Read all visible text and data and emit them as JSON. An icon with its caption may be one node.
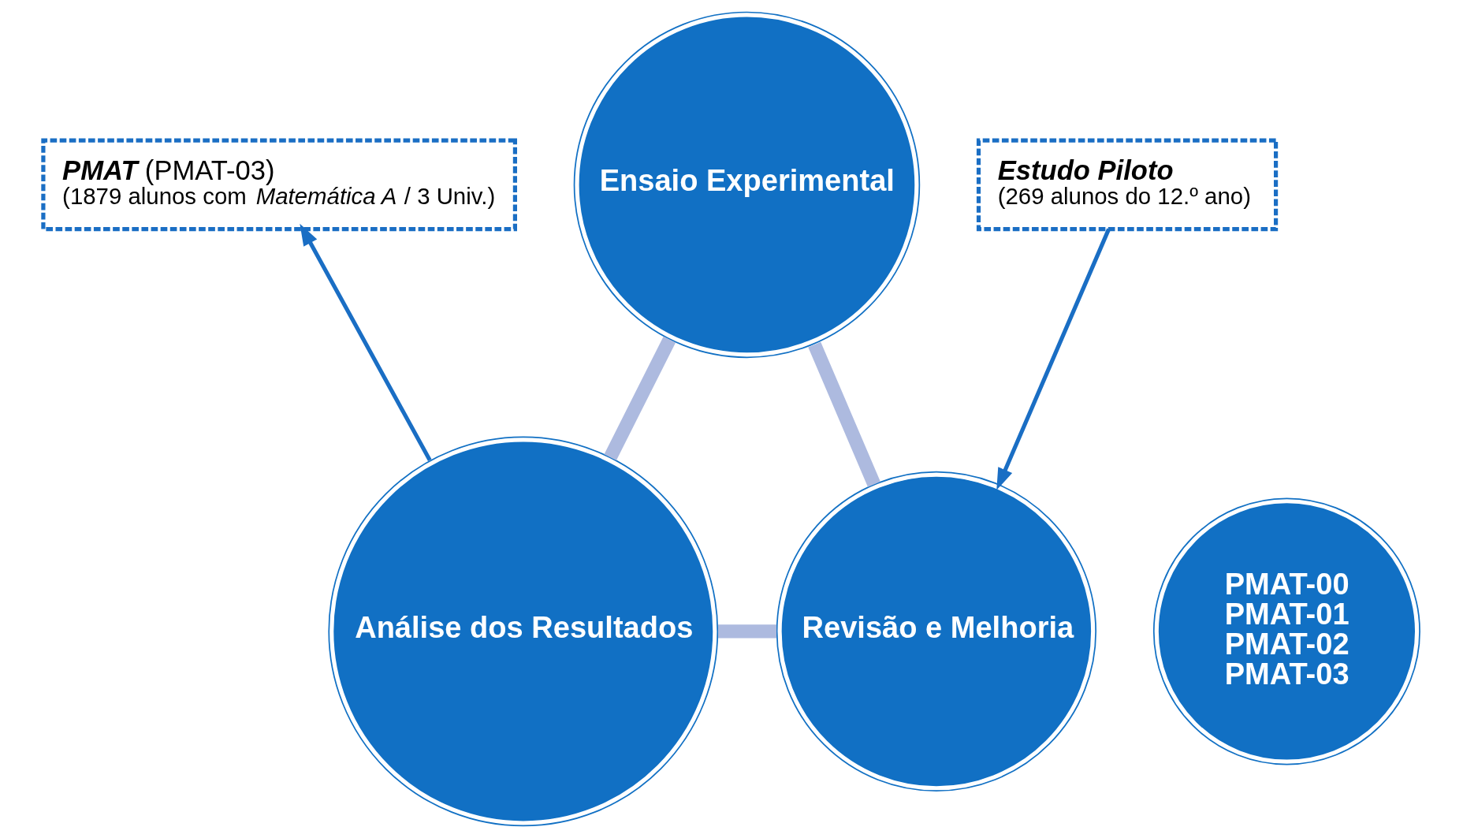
{
  "diagram": {
    "nodes": [
      {
        "text": [
          "Ensaio Experimental"
        ]
      },
      {
        "text": [
          "PMAT-00",
          "PMAT-01",
          "PMAT-02",
          "PMAT-03"
        ]
      },
      {
        "text": [
          "Revisão e Melhoria"
        ]
      },
      {
        "text": [
          "Análise dos Resultados"
        ]
      },
      {
        "text": [
          "Estudo Piloto",
          "(269 alunos do 12.º ano)"
        ]
      },
      {
        "text": [
          "**PMAT** (PMAT-03)",
          "(1879 alunos com *Matemática A* / 3 Univ.)"
        ]
      }
    ],
    "edges": [
      {
        "from": 0,
        "to": 3,
        "arrow": "none"
      },
      {
        "from": 3,
        "to": 2,
        "arrow": "none"
      },
      {
        "from": 2,
        "to": 0,
        "arrow": "none"
      },
      {
        "from": 4,
        "to": 2,
        "arrow": "to",
        "color": "#1a6ec4"
      },
      {
        "from": 3,
        "to": 5,
        "arrow": "to",
        "color": "#1a6ec4"
      }
    ]
  }
}
